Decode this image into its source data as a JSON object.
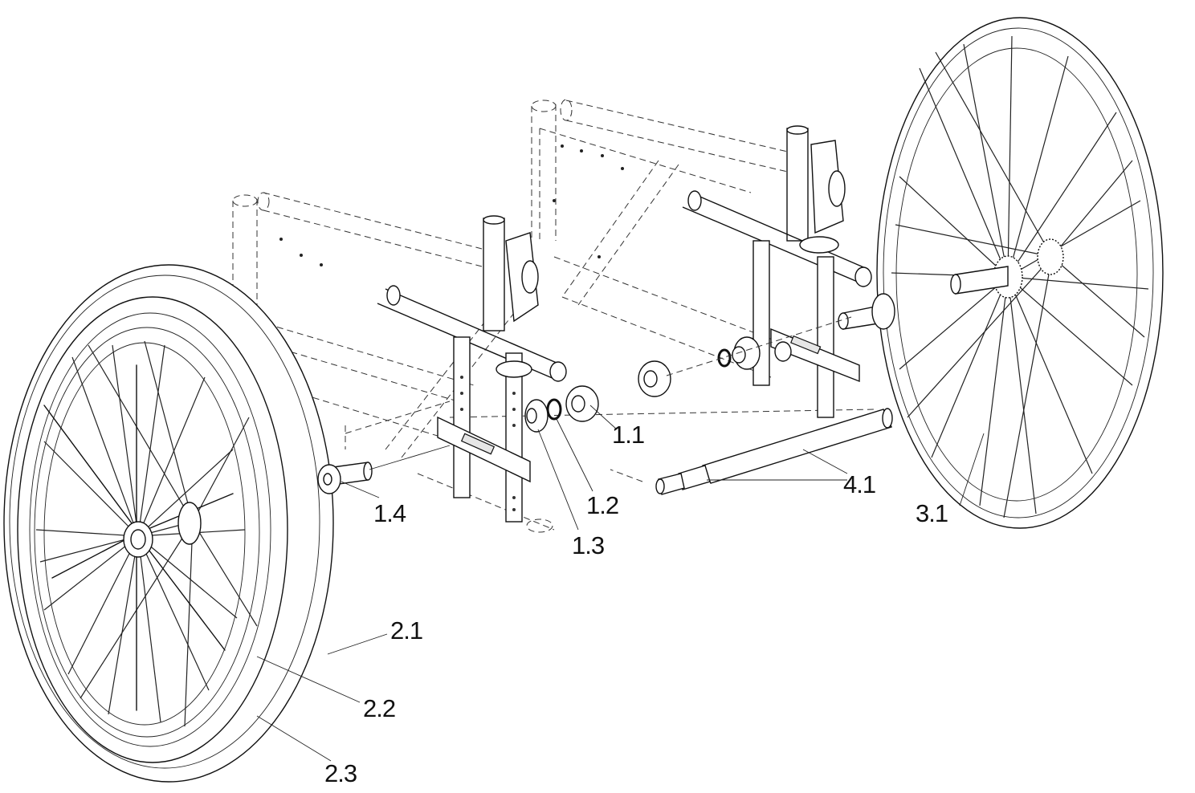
{
  "callouts": {
    "c1_1": "1.1",
    "c1_2": "1.2",
    "c1_3": "1.3",
    "c1_4": "1.4",
    "c2_1": "2.1",
    "c2_2": "2.2",
    "c2_3": "2.3",
    "c3_1": "3.1",
    "c4_1": "4.1"
  }
}
